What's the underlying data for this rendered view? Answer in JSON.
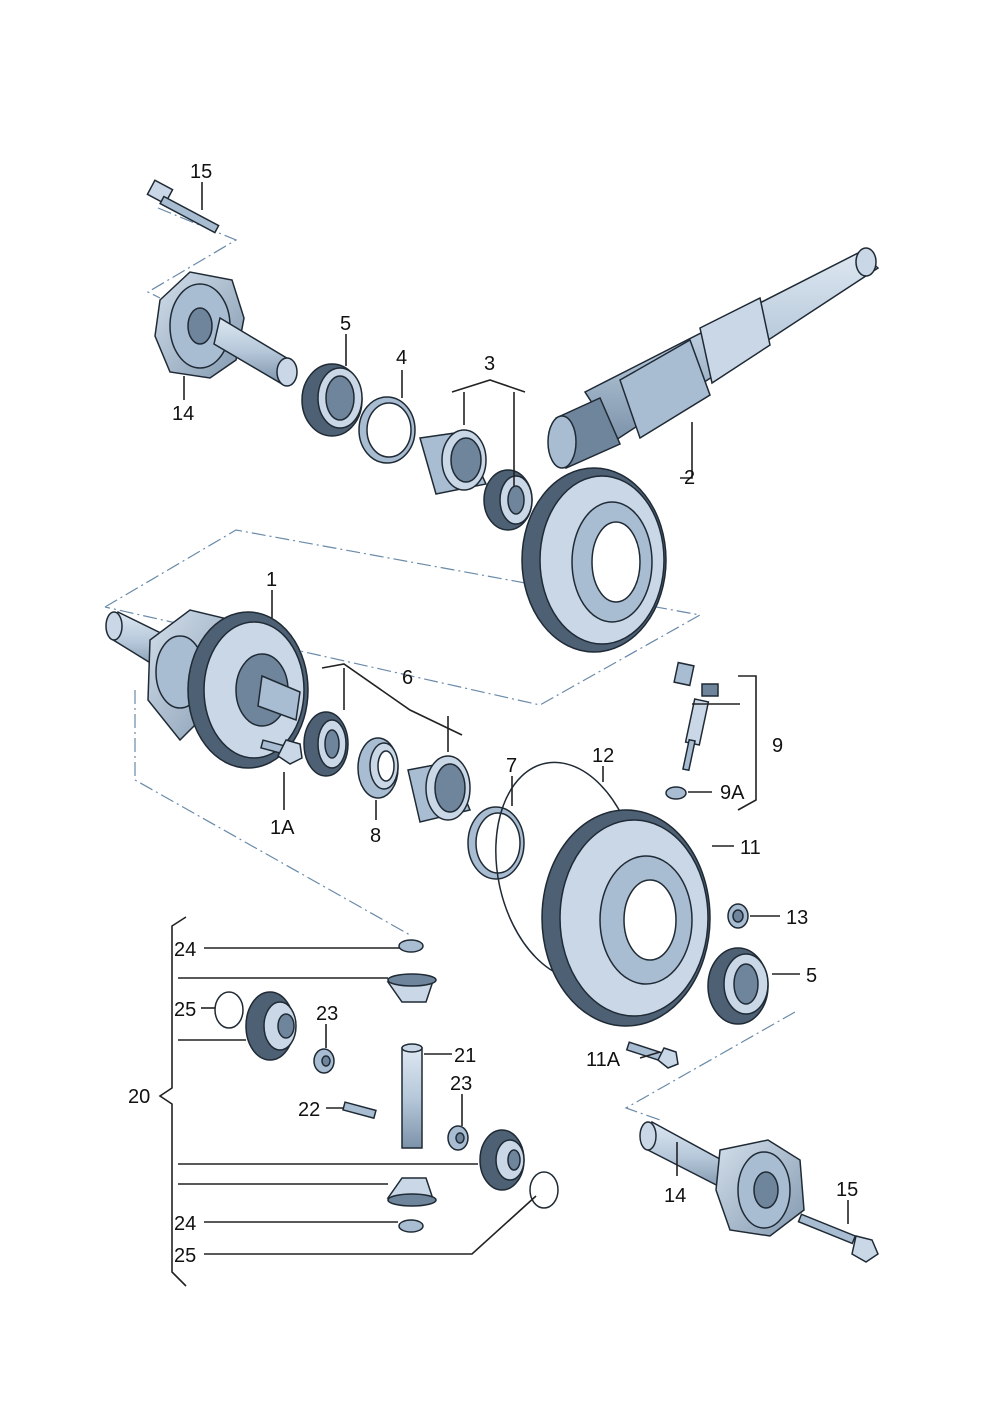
{
  "diagram": {
    "labels": {
      "l15_top": "15",
      "l14_top": "14",
      "l5_top": "5",
      "l4": "4",
      "l3": "3",
      "l2": "2",
      "l1": "1",
      "l6": "6",
      "l1A": "1A",
      "l8": "8",
      "l7": "7",
      "l12": "12",
      "l9": "9",
      "l9A": "9A",
      "l11": "11",
      "l13": "13",
      "l5_bottom": "5",
      "l11A": "11A",
      "l14_bottom": "14",
      "l15_bottom": "15",
      "l20": "20",
      "l24_top": "24",
      "l25_top": "25",
      "l23_top": "23",
      "l21": "21",
      "l22": "22",
      "l23_bottom": "23",
      "l24_bottom": "24",
      "l25_bottom": "25"
    }
  }
}
